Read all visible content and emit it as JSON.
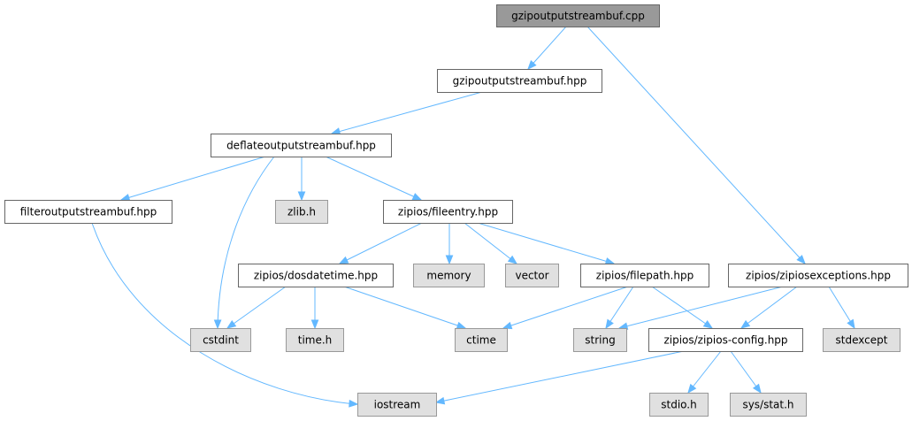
{
  "diagram": {
    "type": "include-dependency-graph",
    "colors": {
      "root_fill": "#999999",
      "local_fill": "#ffffff",
      "system_fill": "#e0e0e0",
      "border": "#666666",
      "edge": "#63b8ff"
    },
    "nodes": [
      {
        "id": "gzipoutputstreambuf_cpp",
        "label": "gzipoutputstreambuf.cpp",
        "kind": "root"
      },
      {
        "id": "gzipoutputstreambuf_hpp",
        "label": "gzipoutputstreambuf.hpp",
        "kind": "local"
      },
      {
        "id": "deflateoutputstreambuf_hpp",
        "label": "deflateoutputstreambuf.hpp",
        "kind": "local"
      },
      {
        "id": "filteroutputstreambuf_hpp",
        "label": "filteroutputstreambuf.hpp",
        "kind": "local"
      },
      {
        "id": "zlib_h",
        "label": "zlib.h",
        "kind": "system"
      },
      {
        "id": "fileentry_hpp",
        "label": "zipios/fileentry.hpp",
        "kind": "local"
      },
      {
        "id": "dosdatetime_hpp",
        "label": "zipios/dosdatetime.hpp",
        "kind": "local"
      },
      {
        "id": "memory",
        "label": "memory",
        "kind": "system"
      },
      {
        "id": "vector",
        "label": "vector",
        "kind": "system"
      },
      {
        "id": "filepath_hpp",
        "label": "zipios/filepath.hpp",
        "kind": "local"
      },
      {
        "id": "zipiosexceptions_hpp",
        "label": "zipios/zipiosexceptions.hpp",
        "kind": "local"
      },
      {
        "id": "cstdint",
        "label": "cstdint",
        "kind": "system"
      },
      {
        "id": "time_h",
        "label": "time.h",
        "kind": "system"
      },
      {
        "id": "ctime",
        "label": "ctime",
        "kind": "system"
      },
      {
        "id": "string",
        "label": "string",
        "kind": "system"
      },
      {
        "id": "zipios_config_hpp",
        "label": "zipios/zipios-config.hpp",
        "kind": "local"
      },
      {
        "id": "stdexcept",
        "label": "stdexcept",
        "kind": "system"
      },
      {
        "id": "iostream",
        "label": "iostream",
        "kind": "system"
      },
      {
        "id": "stdio_h",
        "label": "stdio.h",
        "kind": "system"
      },
      {
        "id": "sys_stat_h",
        "label": "sys/stat.h",
        "kind": "system"
      }
    ],
    "edges": [
      [
        "gzipoutputstreambuf_cpp",
        "gzipoutputstreambuf_hpp"
      ],
      [
        "gzipoutputstreambuf_cpp",
        "zipiosexceptions_hpp"
      ],
      [
        "gzipoutputstreambuf_hpp",
        "deflateoutputstreambuf_hpp"
      ],
      [
        "deflateoutputstreambuf_hpp",
        "filteroutputstreambuf_hpp"
      ],
      [
        "deflateoutputstreambuf_hpp",
        "zlib_h"
      ],
      [
        "deflateoutputstreambuf_hpp",
        "fileentry_hpp"
      ],
      [
        "deflateoutputstreambuf_hpp",
        "cstdint"
      ],
      [
        "filteroutputstreambuf_hpp",
        "iostream"
      ],
      [
        "fileentry_hpp",
        "dosdatetime_hpp"
      ],
      [
        "fileentry_hpp",
        "memory"
      ],
      [
        "fileentry_hpp",
        "vector"
      ],
      [
        "fileentry_hpp",
        "filepath_hpp"
      ],
      [
        "dosdatetime_hpp",
        "cstdint"
      ],
      [
        "dosdatetime_hpp",
        "time_h"
      ],
      [
        "dosdatetime_hpp",
        "ctime"
      ],
      [
        "filepath_hpp",
        "ctime"
      ],
      [
        "filepath_hpp",
        "string"
      ],
      [
        "filepath_hpp",
        "zipios_config_hpp"
      ],
      [
        "zipiosexceptions_hpp",
        "string"
      ],
      [
        "zipiosexceptions_hpp",
        "zipios_config_hpp"
      ],
      [
        "zipiosexceptions_hpp",
        "stdexcept"
      ],
      [
        "zipios_config_hpp",
        "iostream"
      ],
      [
        "zipios_config_hpp",
        "stdio_h"
      ],
      [
        "zipios_config_hpp",
        "sys_stat_h"
      ]
    ]
  }
}
